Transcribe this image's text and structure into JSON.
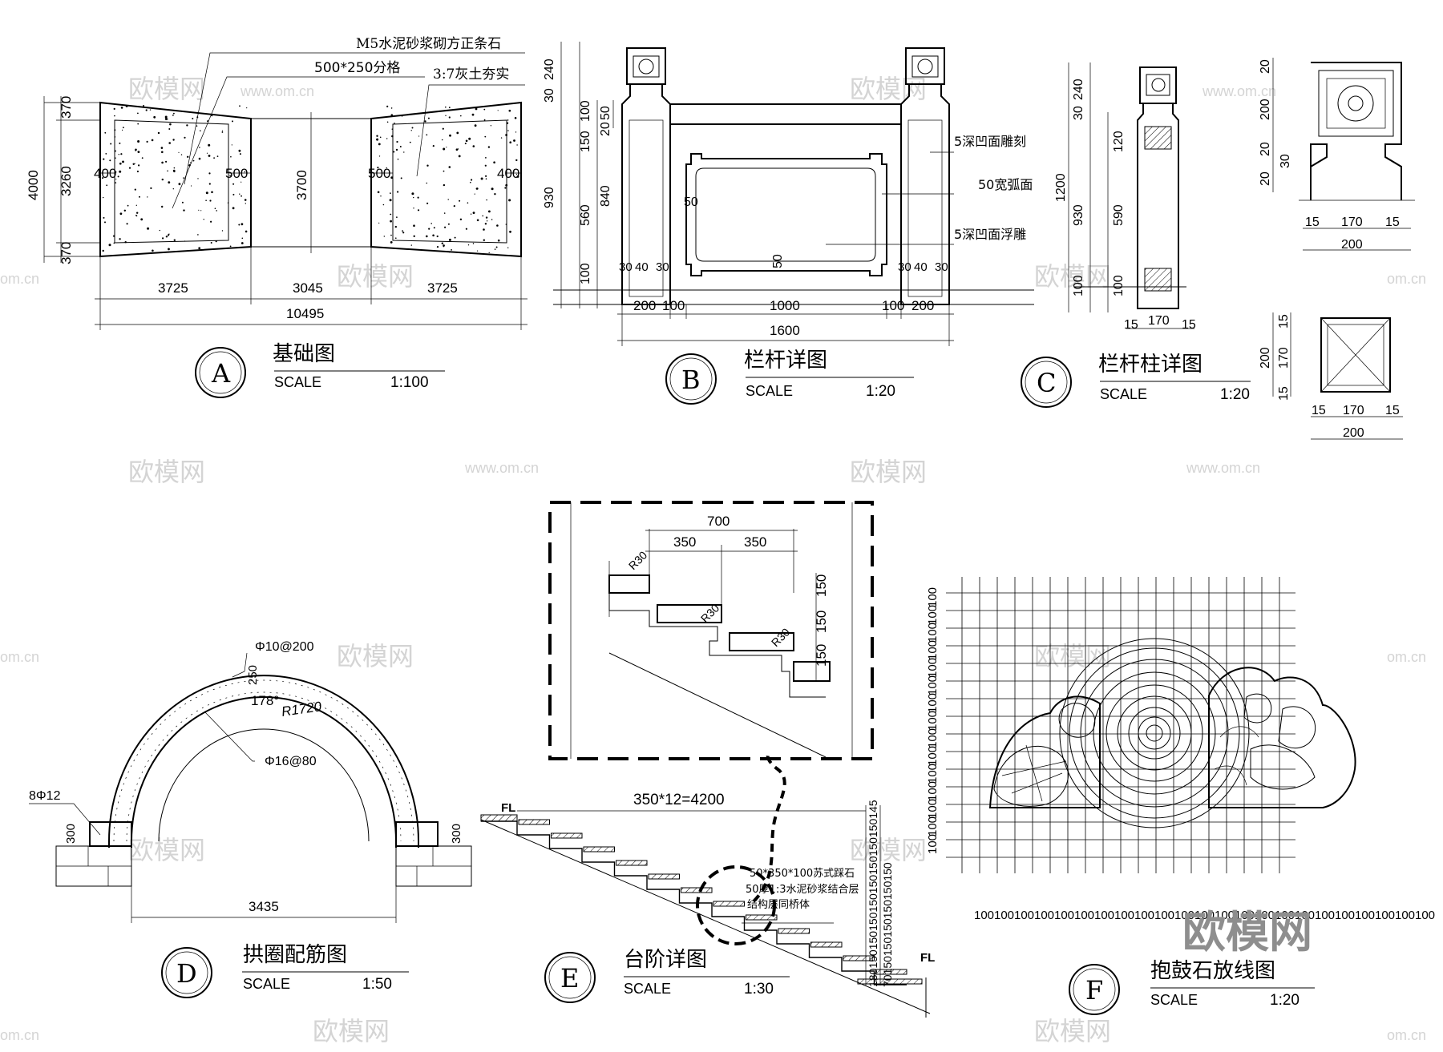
{
  "watermarks": {
    "brand": "欧模网",
    "url": "www.om.cn",
    "url_short": "om.cn",
    "big_logo": "欧模网"
  },
  "details": [
    {
      "id": "A",
      "title": "基础图",
      "scale_word": "SCALE",
      "scale": "1:100"
    },
    {
      "id": "B",
      "title": "栏杆详图",
      "scale_word": "SCALE",
      "scale": "1:20"
    },
    {
      "id": "C",
      "title": "栏杆柱详图",
      "scale_word": "SCALE",
      "scale": "1:20"
    },
    {
      "id": "D",
      "title": "拱圈配筋图",
      "scale_word": "SCALE",
      "scale": "1:50"
    },
    {
      "id": "E",
      "title": "台阶详图",
      "scale_word": "SCALE",
      "scale": "1:30"
    },
    {
      "id": "F",
      "title": "抱鼓石放线图",
      "scale_word": "SCALE",
      "scale": "1:20"
    }
  ],
  "detail_a": {
    "notes": [
      "M5水泥砂浆砌方正条石",
      "500*250分格",
      "3:7灰土夯实"
    ],
    "dims_left": [
      "370",
      "3260",
      "370",
      "4000"
    ],
    "dims_inner": [
      "400",
      "500",
      "3700",
      "500",
      "400"
    ],
    "dims_bottom": [
      "3725",
      "3045",
      "3725",
      "10495"
    ]
  },
  "detail_b": {
    "notes": [
      "5深凹面雕刻",
      "50宽弧面",
      "5深凹面浮雕"
    ],
    "dims_left": [
      "240",
      "30",
      "100",
      "50",
      "150",
      "20",
      "930",
      "560",
      "840",
      "100"
    ],
    "dims_inner": [
      "50",
      "50",
      "30",
      "40",
      "30",
      "30",
      "40",
      "30"
    ],
    "dims_bottom": [
      "200",
      "100",
      "1000",
      "100",
      "200",
      "1600"
    ]
  },
  "detail_c": {
    "dims_left": [
      "240",
      "30",
      "120",
      "930",
      "1200",
      "590",
      "100",
      "100"
    ],
    "dims_bottom": [
      "15",
      "170",
      "15"
    ],
    "cap_dims": [
      "20",
      "200",
      "20",
      "30",
      "20"
    ],
    "cap_bottom": [
      "15",
      "170",
      "15",
      "200"
    ],
    "plan_dims": [
      "15",
      "170",
      "15",
      "200"
    ],
    "plan_bottom": [
      "15",
      "170",
      "15",
      "200"
    ]
  },
  "detail_d": {
    "labels": [
      "Φ10@200",
      "250",
      "178°",
      "R1720",
      "Φ16@80",
      "8Φ12",
      "300",
      "300"
    ],
    "span": "3435"
  },
  "detail_e": {
    "inset_dims": [
      "700",
      "350",
      "350",
      "150",
      "150",
      "150"
    ],
    "inset_radii": [
      "R30",
      "R30",
      "R30"
    ],
    "run": "350*12=4200",
    "fl_top": "FL",
    "fl_bottom": "FL",
    "notes": [
      "50*350*100苏式踩石",
      "50厚1:3水泥砂浆结合层",
      "结构层同桥体"
    ],
    "rise_dims": "180150150150150150150150150145",
    "rise_dims_lower": "70150150150150150150"
  },
  "detail_f": {
    "grid_unit": "100",
    "grid_cols": 18,
    "grid_rows": 15
  }
}
